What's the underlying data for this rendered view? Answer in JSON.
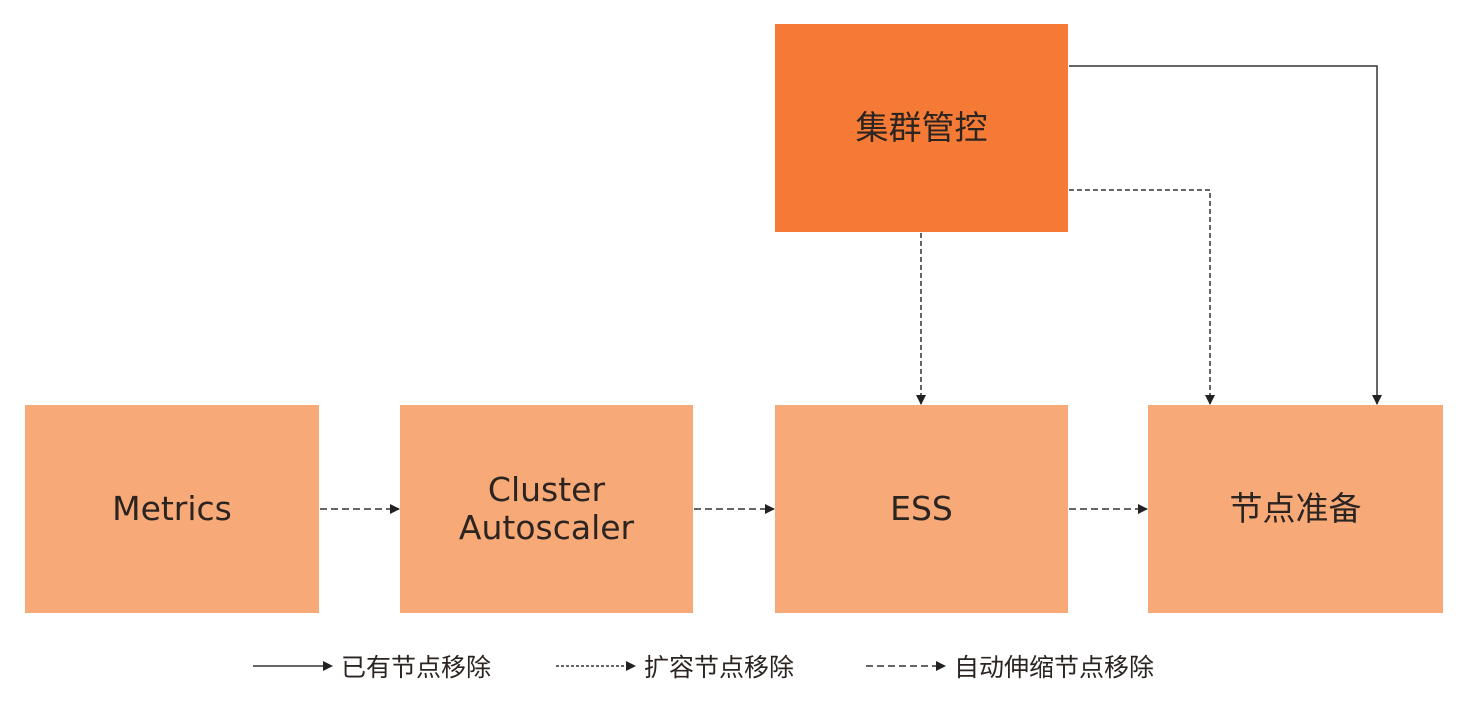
{
  "nodes": {
    "metrics": "Metrics",
    "cluster_autoscaler_line1": "Cluster",
    "cluster_autoscaler_line2": "Autoscaler",
    "ess": "ESS",
    "node_prepare": "节点准备",
    "cluster_management": "集群管控"
  },
  "edges": [
    {
      "from": "Metrics",
      "to": "Cluster Autoscaler",
      "style": "dashed"
    },
    {
      "from": "Cluster Autoscaler",
      "to": "ESS",
      "style": "dashed"
    },
    {
      "from": "ESS",
      "to": "节点准备",
      "style": "dashed"
    },
    {
      "from": "集群管控",
      "to": "ESS",
      "style": "dotted"
    },
    {
      "from": "集群管控",
      "to": "节点准备",
      "style": "dotted"
    },
    {
      "from": "集群管控",
      "to": "节点准备",
      "style": "solid"
    }
  ],
  "legend": {
    "solid": "已有节点移除",
    "dotted": "扩容节点移除",
    "dashed": "自动伸缩节点移除"
  },
  "colors": {
    "primary_box": "#f7aa78",
    "highlight_box": "#f47a36",
    "line": "#333333"
  }
}
